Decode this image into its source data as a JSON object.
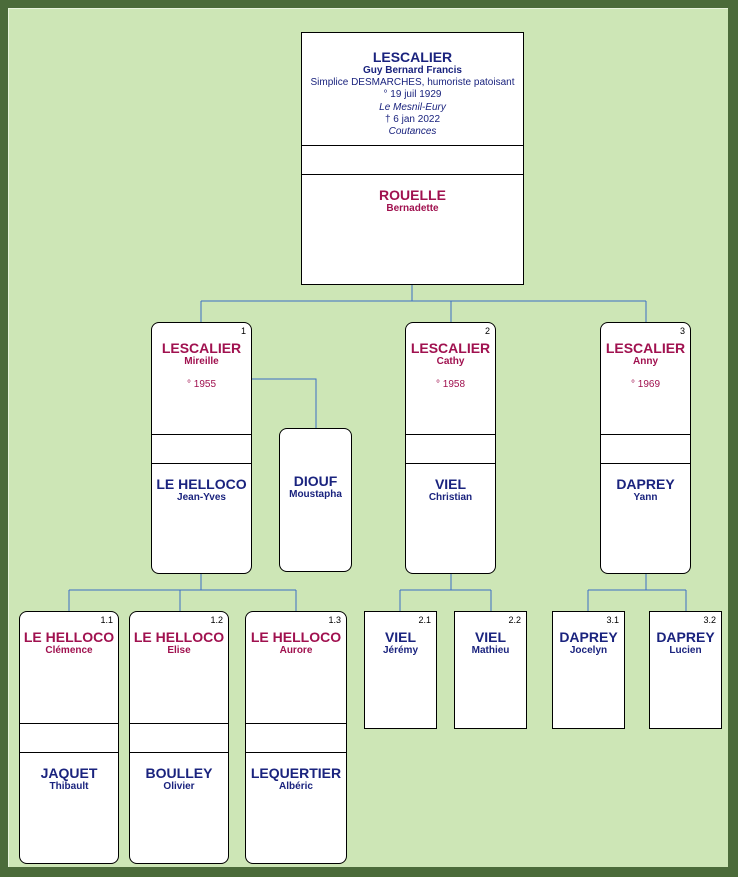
{
  "root": {
    "surname": "LESCALIER",
    "given": "Guy Bernard Francis",
    "lines": [
      "Simplice DESMARCHES, humoriste patoisant",
      "° 19 juil 1929",
      "Le Mesnil-Eury",
      "† 6 jan 2022",
      "Coutances"
    ],
    "spouse": {
      "surname": "ROUELLE",
      "given": "Bernadette"
    }
  },
  "children": [
    {
      "num": "1",
      "surname": "LESCALIER",
      "given": "Mireille",
      "birth": "° 1955",
      "spouse": {
        "surname": "LE HELLOCO",
        "given": "Jean-Yves"
      }
    },
    {
      "num": "2",
      "surname": "LESCALIER",
      "given": "Cathy",
      "birth": "° 1958",
      "spouse": {
        "surname": "VIEL",
        "given": "Christian"
      }
    },
    {
      "num": "3",
      "surname": "LESCALIER",
      "given": "Anny",
      "birth": "° 1969",
      "spouse": {
        "surname": "DAPREY",
        "given": "Yann"
      }
    }
  ],
  "second_spouse": {
    "surname": "DIOUF",
    "given": "Moustapha"
  },
  "grandchildren": [
    {
      "num": "1.1",
      "surname": "LE HELLOCO",
      "given": "Clémence",
      "spouse": {
        "surname": "JAQUET",
        "given": "Thibault"
      }
    },
    {
      "num": "1.2",
      "surname": "LE HELLOCO",
      "given": "Elise",
      "spouse": {
        "surname": "BOULLEY",
        "given": "Olivier"
      }
    },
    {
      "num": "1.3",
      "surname": "LE HELLOCO",
      "given": "Aurore",
      "spouse": {
        "surname": "LEQUERTIER",
        "given": "Albéric"
      }
    },
    {
      "num": "2.1",
      "surname": "VIEL",
      "given": "Jérémy"
    },
    {
      "num": "2.2",
      "surname": "VIEL",
      "given": "Mathieu"
    },
    {
      "num": "3.1",
      "surname": "DAPREY",
      "given": "Jocelyn"
    },
    {
      "num": "3.2",
      "surname": "DAPREY",
      "given": "Lucien"
    }
  ],
  "colors": {
    "frame": "#4b6b3a",
    "background": "#cde6b6",
    "male": "#1a237e",
    "female": "#a0114f",
    "connector": "#3a6fc4"
  }
}
